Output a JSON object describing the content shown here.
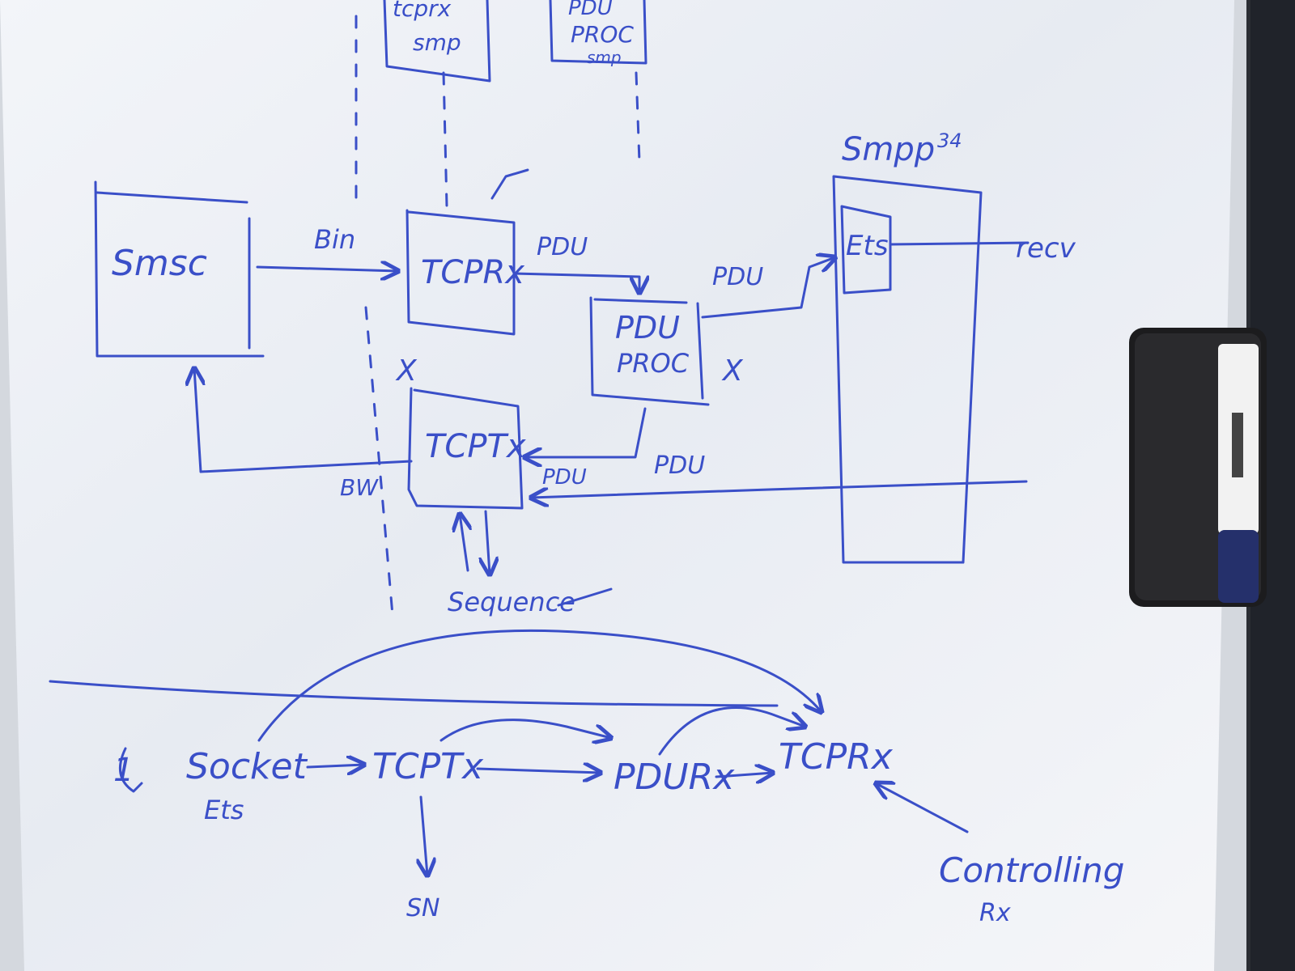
{
  "colors": {
    "ink": "#3a4fc8",
    "board": "#eef1f6",
    "frame": "#cfd3d8",
    "eraser": "#1c1c1e",
    "marker_body": "#f2f2f2",
    "marker_cap": "#25306b"
  },
  "top": {
    "box1": [
      "tcprx",
      "smp"
    ],
    "box2": [
      "PDU",
      "PROC",
      "smp"
    ]
  },
  "labels": {
    "smsc": "Smsc",
    "bin": "Bin",
    "tcprx": "TCPRx",
    "pdu_a": "PDU",
    "pdu_b": "PDU",
    "pduproc_1": "PDU",
    "pduproc_2": "PROC",
    "smpp": "Smpp",
    "smpp_sup": "34",
    "ets": "Ets",
    "recv": "recv",
    "tcptx": "TCPTx",
    "bw": "BW",
    "pdu_c": "PDU",
    "pdu_d": "PDU",
    "seq": "Sequence",
    "x1": "X",
    "x2": "X"
  },
  "bottom": {
    "marker": "1",
    "socket": "Socket",
    "ets": "Ets",
    "tcptx": "TCPTx",
    "pdurx": "PDURx",
    "tcprx": "TCPRx",
    "sn": "SN",
    "ctrl_1": "Controlling",
    "ctrl_2": "Rx"
  },
  "icons": [
    "eraser-icon",
    "marker-icon",
    "checkmark-icon"
  ]
}
